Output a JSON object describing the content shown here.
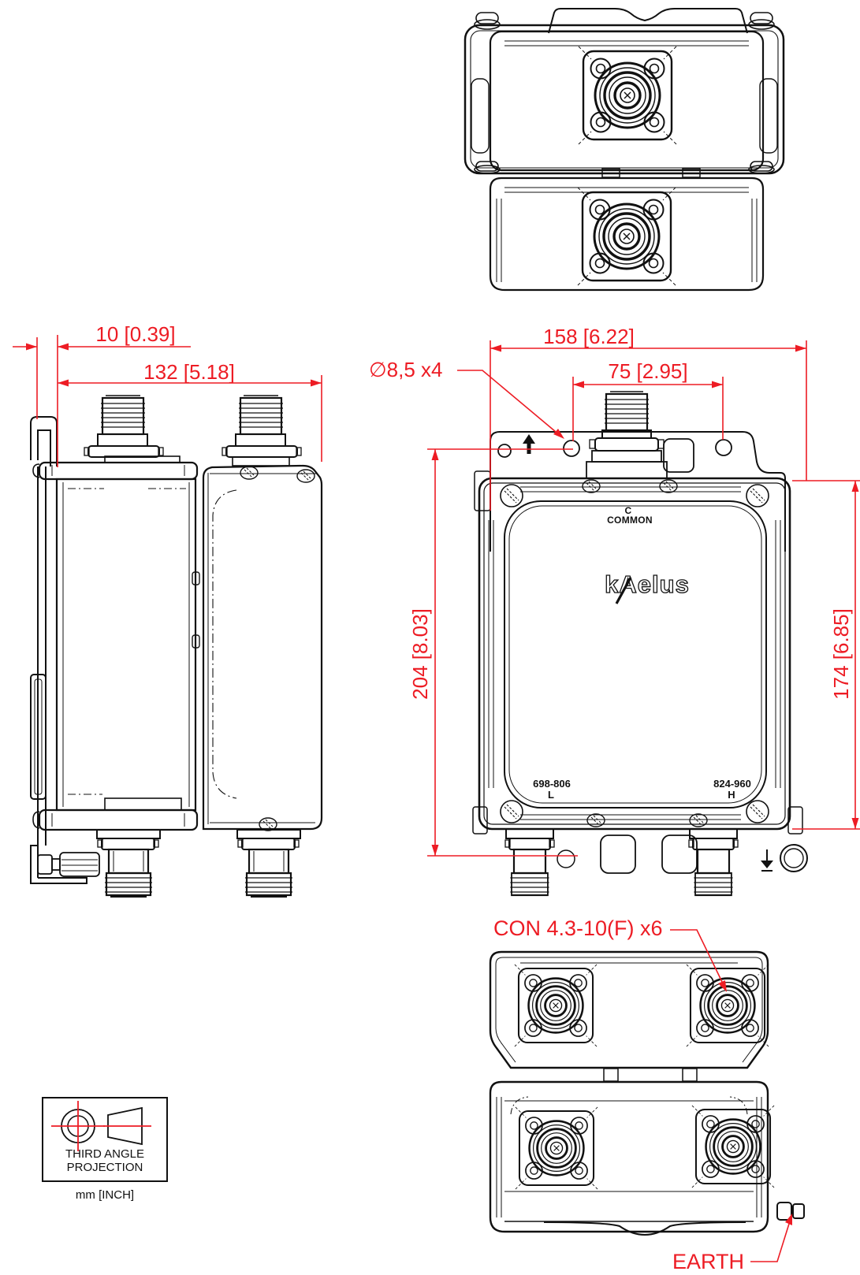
{
  "colors": {
    "dimension_red": "#ED1C24",
    "line_black": "#111111",
    "background": "#FFFFFF"
  },
  "dimensions": {
    "bracket_offset": "10 [0.39]",
    "depth": "132 [5.18]",
    "width": "158 [6.22]",
    "hole_spacing": "75 [2.95]",
    "mounting_holes": "∅8,5 x4",
    "overall_height": "204 [8.03]",
    "body_height": "174 [6.85]",
    "connectors": "CON 4.3-10(F) x6",
    "earth": "EARTH"
  },
  "front_view": {
    "common_port_letter": "C",
    "common_port_label": "COMMON",
    "brand_logo": "kAelus",
    "low_band_range": "698-806",
    "low_band_port": "L",
    "high_band_range": "824-960",
    "high_band_port": "H"
  },
  "projection_box": {
    "line1": "THIRD ANGLE",
    "line2": "PROJECTION",
    "units_note": "mm [INCH]"
  }
}
